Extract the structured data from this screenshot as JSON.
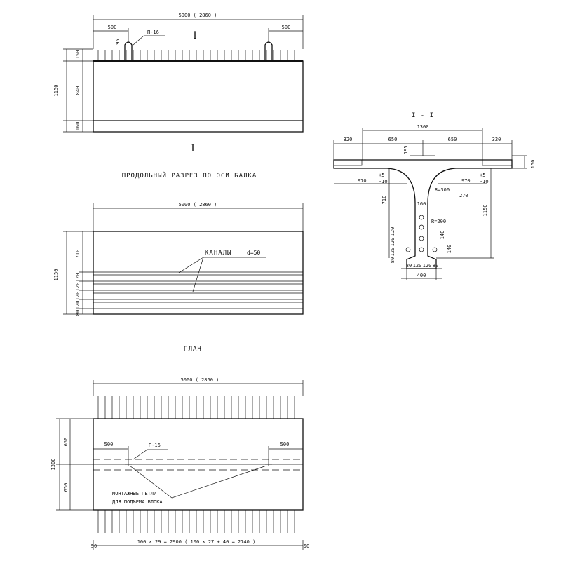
{
  "elevation": {
    "overall_dim": "5000 ( 2860 )",
    "left_offset": "500",
    "right_offset": "500",
    "loop_label": "П-16",
    "loop_height": "195",
    "section_mark": "I",
    "section_mark_bottom": "I",
    "height_total": "1150",
    "height_top": "150",
    "height_mid": "840",
    "height_bottom": "160",
    "caption": "ПРОДОЛЬНЫЙ РАЗРЕЗ ПО ОСИ БАЛКА"
  },
  "long_section": {
    "overall_dim": "5000 ( 2860 )",
    "channels_label": "КАНАЛЫ",
    "channels_dia": "d=50",
    "height_total": "1150",
    "height_top": "710",
    "dims_bottom": [
      "120",
      "120",
      "120",
      "120",
      "80"
    ]
  },
  "cross_section": {
    "title": "I - I",
    "total_width": "1300",
    "parts": [
      "320",
      "650",
      "650",
      "320"
    ],
    "flange_thk": "150",
    "web_top_dim": "195",
    "left_level": "970",
    "right_level": "970",
    "tol_plus": "+5",
    "tol_minus": "-10",
    "radius_big": "R=300",
    "dim_270": "270",
    "web_width": "160",
    "height_total": "1150",
    "web_height": "710",
    "radius_small": "R=200",
    "left_vertical_dims": [
      "120",
      "120",
      "120",
      "80"
    ],
    "right_dim_a": "140",
    "right_dim_b": "140",
    "bottom_dims": [
      "80",
      "120",
      "120",
      "80"
    ],
    "bottom_total": "400"
  },
  "plan": {
    "title": "ПЛАН",
    "overall_dim": "5000 ( 2860 )",
    "left_offset": "500",
    "right_offset": "500",
    "loop_label": "П-16",
    "width_total": "1300",
    "width_top": "650",
    "width_bottom": "650",
    "note_line1": "МОНТАЖНЫЕ ПЕТЛИ",
    "note_line2": "ДЛЯ ПОДЪЕМА БЛОКА",
    "stirrup_formula": "100 × 29 = 2900 ( 100 × 27 + 40 = 2740 )",
    "end_left": "50",
    "end_right": "50"
  }
}
